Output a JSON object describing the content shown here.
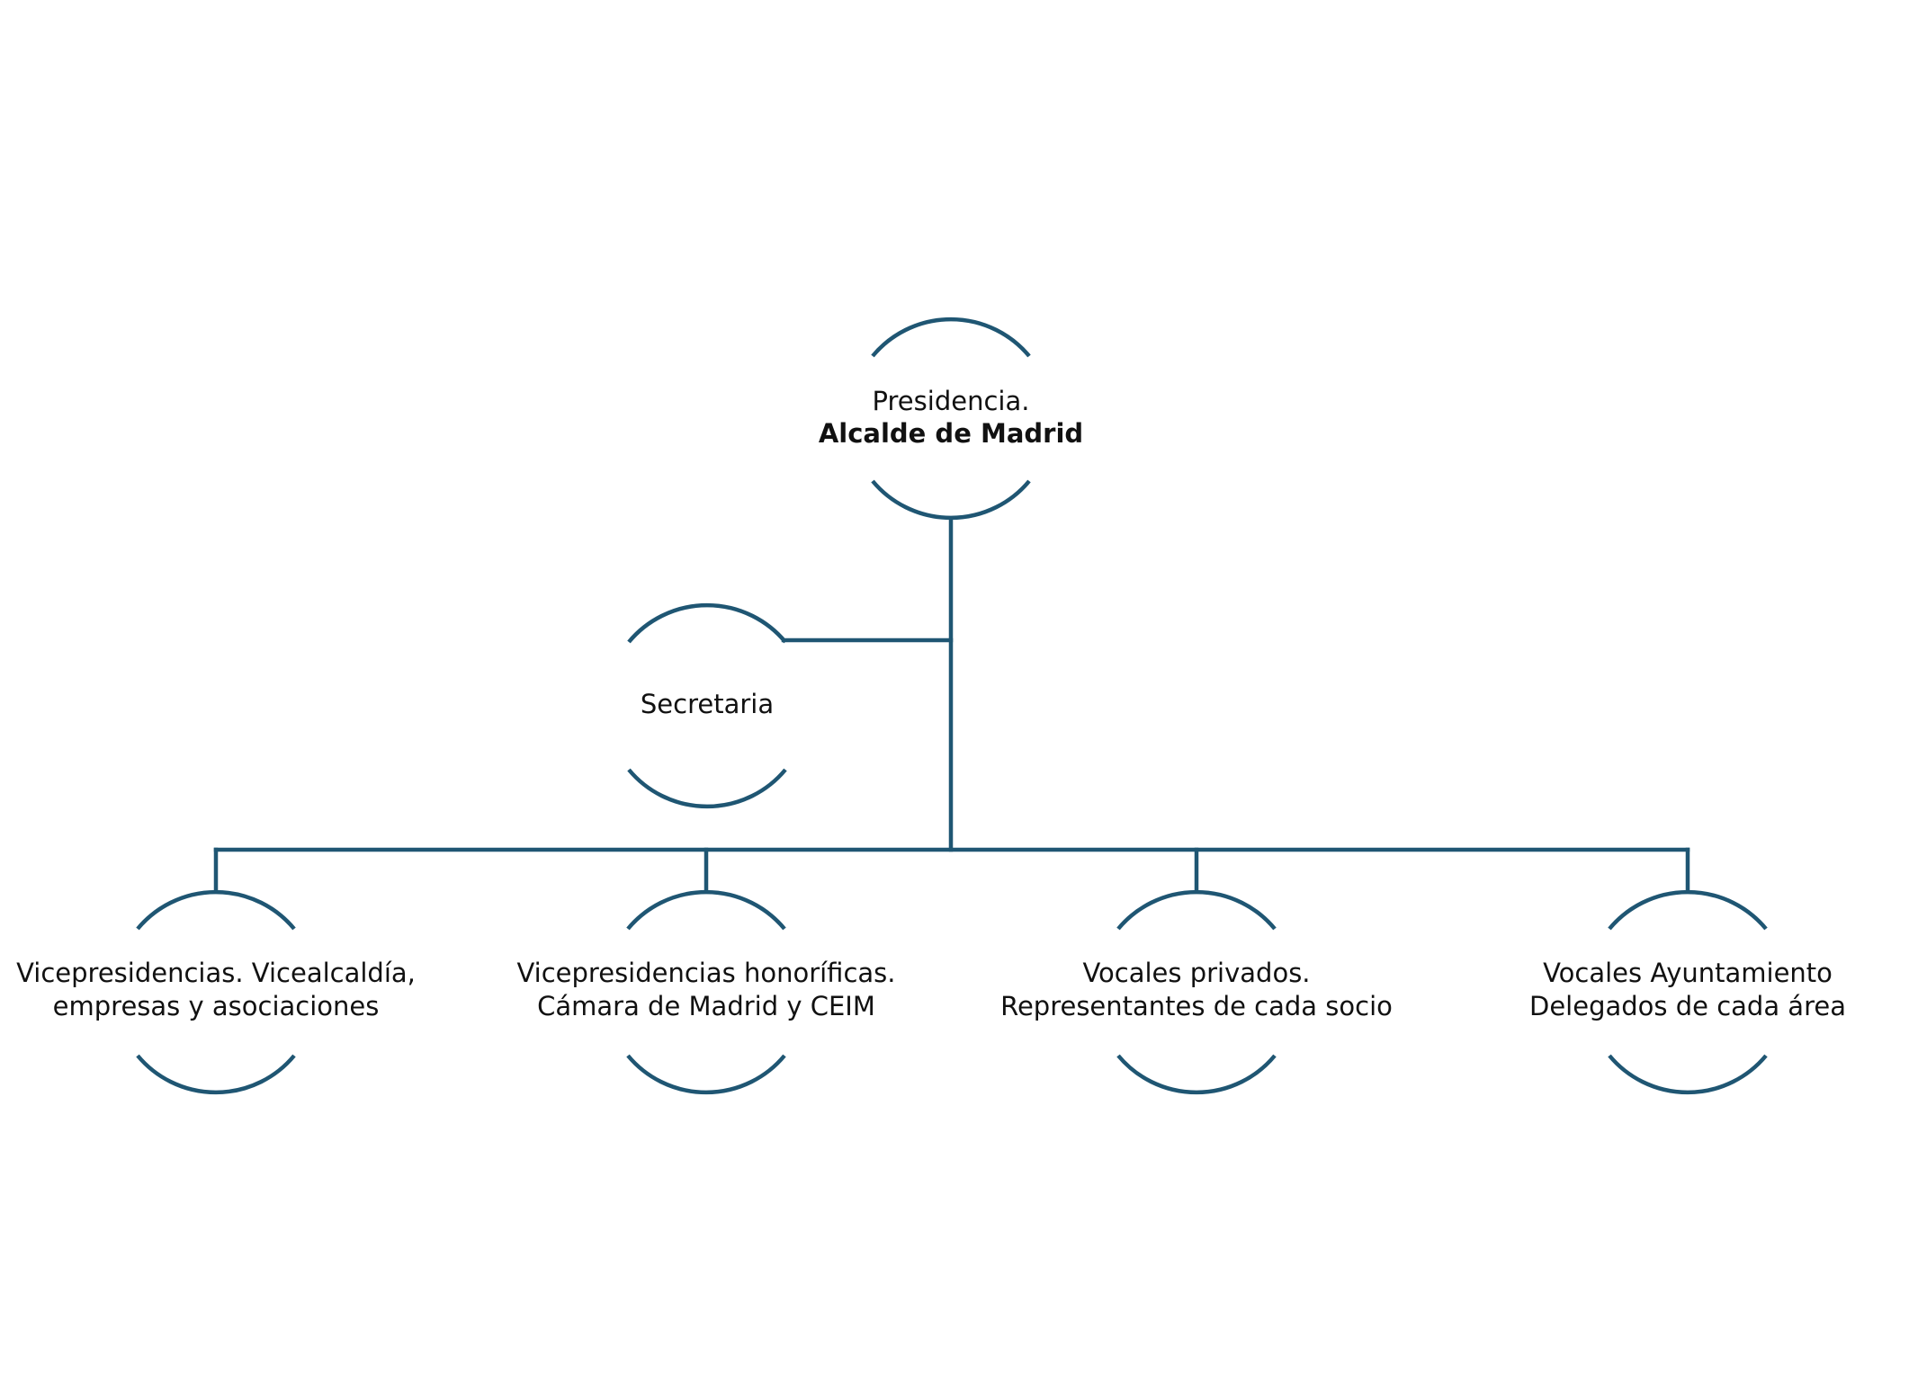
{
  "diagram": {
    "colors": {
      "line": "#1f5673",
      "text": "#111111",
      "background": "#ffffff"
    },
    "nodes": {
      "presidencia": {
        "line1": "Presidencia.",
        "line2": "Alcalde de Madrid"
      },
      "secretaria": {
        "line1": "Secretaria"
      },
      "vicepresidencias": {
        "line1": "Vicepresidencias. Vicealcaldía,",
        "line2": "empresas y asociaciones"
      },
      "honorificas": {
        "line1": "Vicepresidencias honoríficas.",
        "line2": "Cámara de Madrid y CEIM"
      },
      "vocales_privados": {
        "line1": "Vocales privados.",
        "line2": "Representantes de cada socio"
      },
      "vocales_ayuntamiento": {
        "line1": "Vocales Ayuntamiento",
        "line2": "Delegados de cada área"
      }
    }
  }
}
